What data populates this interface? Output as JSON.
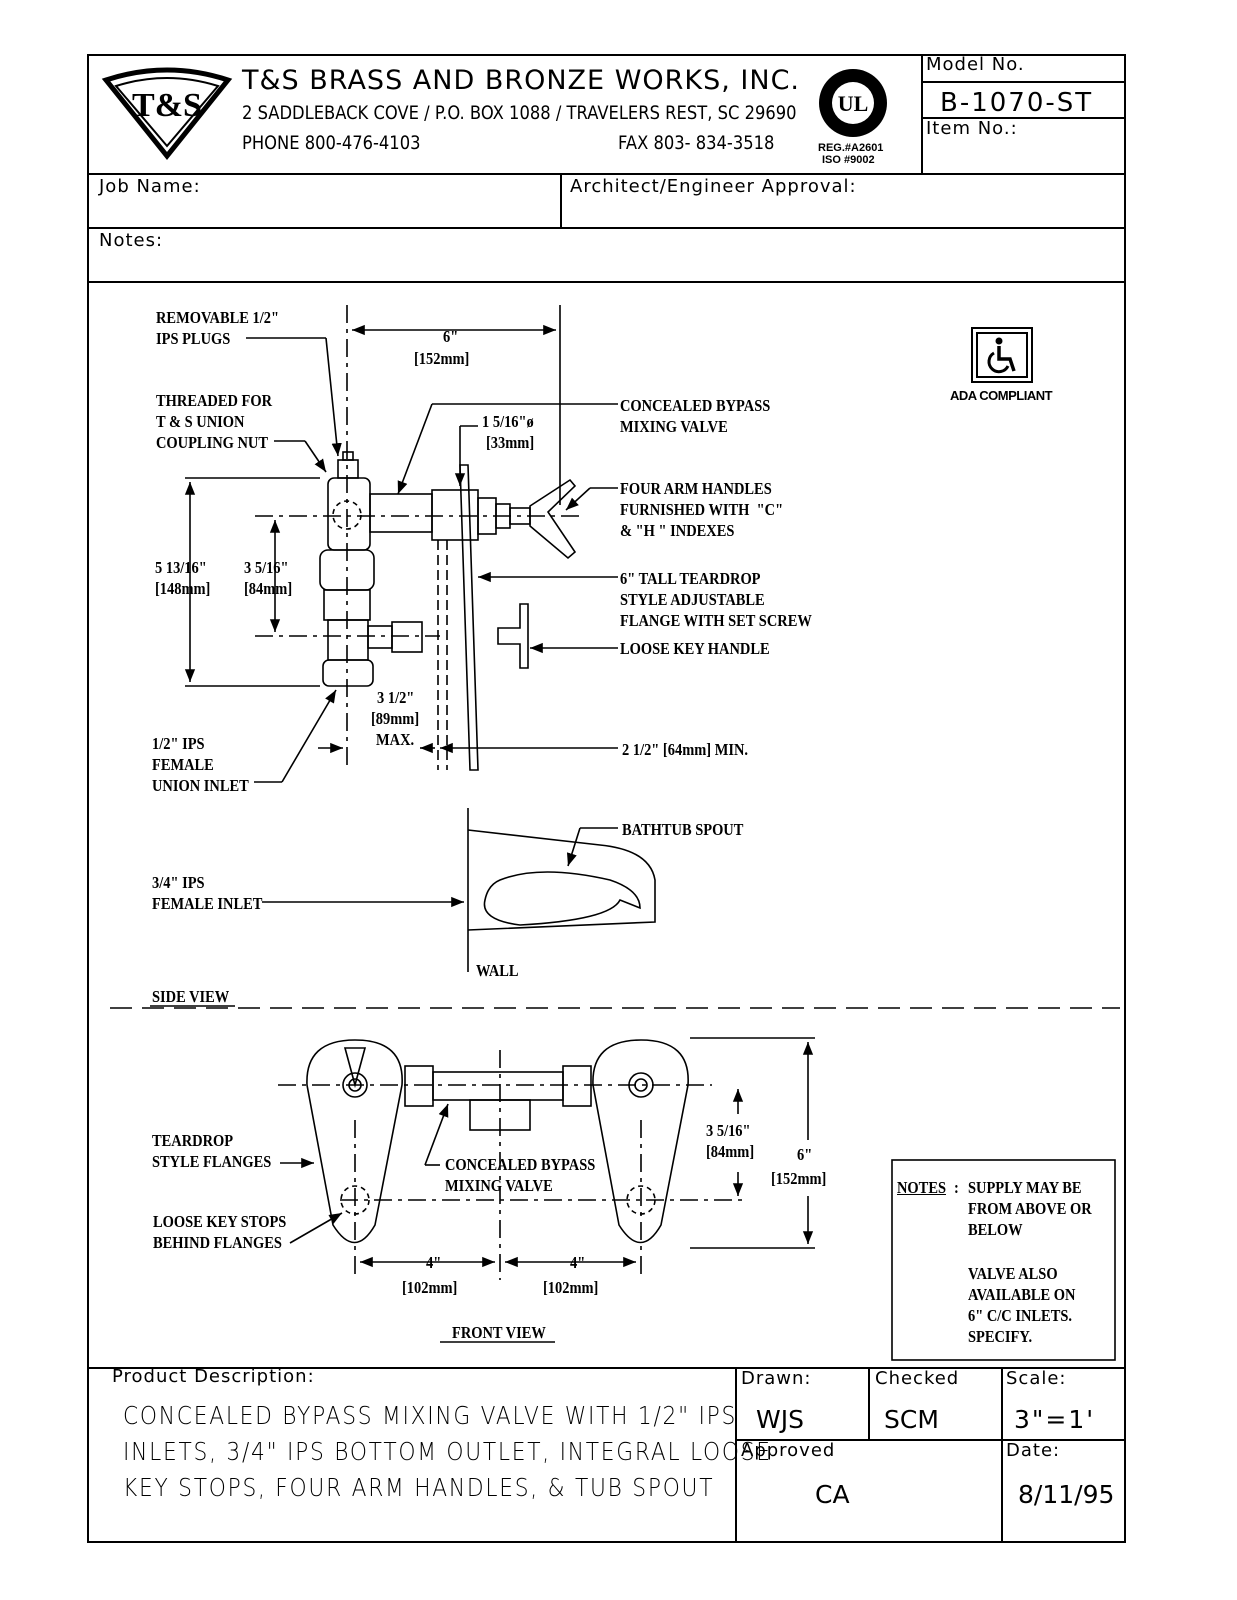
{
  "company": {
    "name": "T&S BRASS AND BRONZE WORKS, INC.",
    "address": "2 SADDLEBACK COVE / P.O. BOX 1088 / TRAVELERS REST, SC 29690",
    "phone": "PHONE 800-476-4103",
    "fax": "FAX 803- 834-3518",
    "logo_text": "T&S",
    "ul_reg": "REG.#A2601",
    "ul_iso": "ISO #9002"
  },
  "model": {
    "label": "Model No.",
    "value": "B-1070-ST",
    "item_label": "Item No.:"
  },
  "form": {
    "job_name": "Job Name:",
    "approval": "Architect/Engineer Approval:",
    "notes": "Notes:"
  },
  "ada": {
    "label": "ADA COMPLIANT"
  },
  "side_view": {
    "title": "SIDE VIEW",
    "callouts": {
      "plugs": "REMOVABLE 1/2\"\nIPS PLUGS",
      "threaded": "THREADED FOR\nT & S UNION\nCOUPLING NUT",
      "dim_6": "6\"",
      "dim_6_mm": "[152mm]",
      "bypass": "CONCEALED BYPASS\nMIXING VALVE",
      "dia": "1 5/16\"ø",
      "dia_mm": "[33mm]",
      "handles": "FOUR ARM HANDLES\nFURNISHED WITH  \"C\"\n& \"H \" INDEXES",
      "dim_5": "5 13/16\"\n[148mm]",
      "dim_3": "3 5/16\"\n[84mm]",
      "flange": "6\" TALL TEARDROP\nSTYLE ADJUSTABLE\nFLANGE WITH SET SCREW",
      "key": "LOOSE KEY HANDLE",
      "dim_35": "3 1/2\"",
      "dim_35_mm": "[89mm]\nMAX.",
      "union": "1/2\" IPS\nFEMALE\nUNION INLET",
      "dim_25": "2 1/2\" [64mm] MIN.",
      "spout": "BATHTUB SPOUT",
      "inlet34": "3/4\" IPS\nFEMALE INLET",
      "wall": "WALL"
    }
  },
  "front_view": {
    "title": "FRONT VIEW",
    "callouts": {
      "teardrop": "TEARDROP\nSTYLE FLANGES",
      "bypass": "CONCEALED BYPASS\nMIXING VALVE",
      "stops": "LOOSE KEY STOPS\nBEHIND FLANGES",
      "dim_4a": "4\"",
      "dim_4a_mm": "[102mm]",
      "dim_4b": "4\"",
      "dim_4b_mm": "[102mm]",
      "dim_35": "3 5/16\"\n[84mm]",
      "dim_6": "6\"",
      "dim_6_mm": "[152mm]"
    }
  },
  "notes_box": {
    "title": "NOTES",
    "colon": ":",
    "line1": "SUPPLY MAY BE\nFROM ABOVE OR\nBELOW",
    "line2": "VALVE ALSO\nAVAILABLE ON\n6\" C/C INLETS.\nSPECIFY."
  },
  "footer": {
    "product_label": "Product Description:",
    "description": "CONCEALED BYPASS MIXING VALVE WITH 1/2\" IPS\nINLETS, 3/4\" IPS BOTTOM OUTLET, INTEGRAL LOOSE\nKEY STOPS, FOUR ARM HANDLES, & TUB SPOUT",
    "drawn_label": "Drawn:",
    "drawn": "WJS",
    "checked_label": "Checked",
    "checked": "SCM",
    "scale_label": "Scale:",
    "scale": "3\"=1'",
    "approved_label": "Approved",
    "approved": "CA",
    "date_label": "Date:",
    "date": "8/11/95"
  }
}
